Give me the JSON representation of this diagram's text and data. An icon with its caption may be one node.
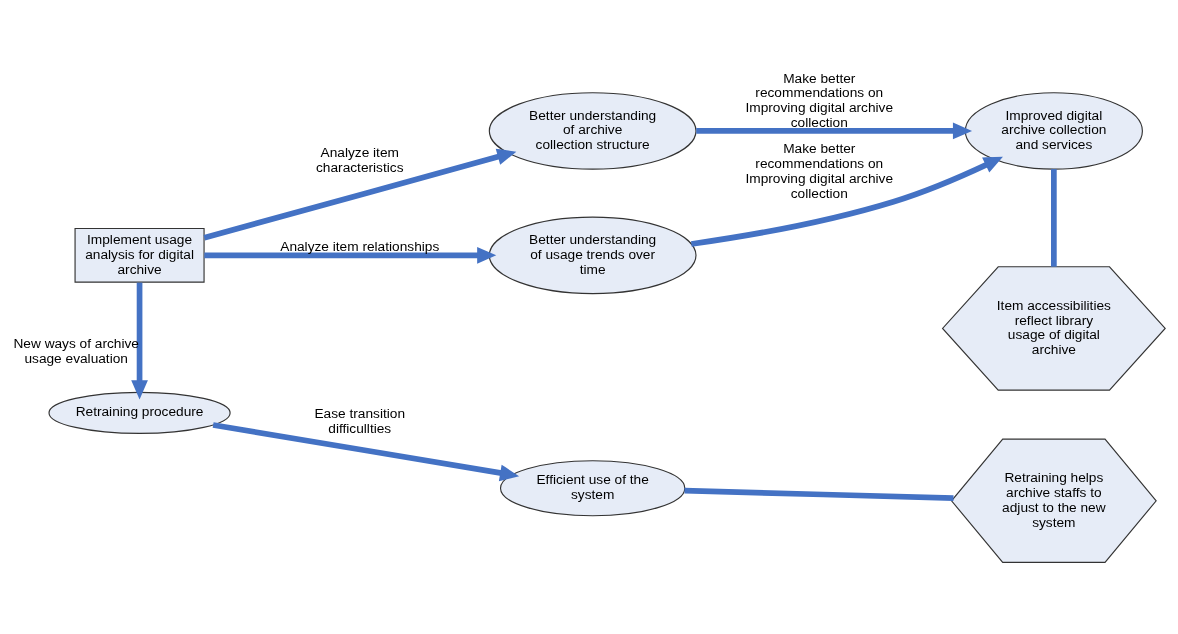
{
  "diagram": {
    "nodes": [
      {
        "text": [
          "Implement usage analysis for digital archive"
        ]
      },
      {
        "text": [
          "Better understanding of archive collection structure"
        ]
      },
      {
        "text": [
          "Better understanding of usage trends over time"
        ]
      },
      {
        "text": [
          "Improved digital archive collection and services"
        ]
      },
      {
        "text": [
          "Item accessibilities reflect library usage of digital archive"
        ]
      },
      {
        "text": [
          "Retraining procedure"
        ]
      },
      {
        "text": [
          "Efficient use of the system"
        ]
      },
      {
        "text": [
          "Retraining helps archive staffs to adjust to the new system"
        ]
      }
    ],
    "edges": [
      {
        "from": 0,
        "to": 1,
        "arrow": "to",
        "label": "Analyze item characteristics"
      },
      {
        "from": 1,
        "to": 3,
        "arrow": "to",
        "label": "Make better recommendations on Improving digital archive collection"
      },
      {
        "from": 3,
        "to": 4,
        "arrow": "none"
      },
      {
        "from": 0,
        "to": 2,
        "arrow": "to",
        "label": "Analyze item relationships"
      },
      {
        "from": 2,
        "to": 3,
        "arrow": "to",
        "label": "Make better recommendations on Improving digital archive collection"
      },
      {
        "from": 0,
        "to": 5,
        "arrow": "to",
        "label": "New ways of archive usage evaluation"
      },
      {
        "from": 5,
        "to": 6,
        "arrow": "to",
        "label": "Ease transition difficullties"
      },
      {
        "from": 6,
        "to": 7,
        "arrow": "none"
      }
    ]
  }
}
